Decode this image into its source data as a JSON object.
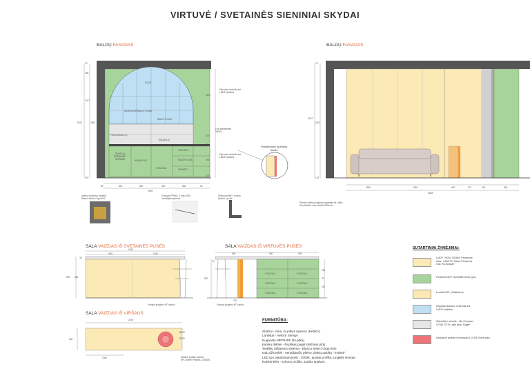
{
  "title": "VIRTUVĖ / SVETAINĖS SIENINIAI SKYDAI",
  "sections": {
    "facade_left": {
      "prefix": "BALDŲ ",
      "highlight": "FASADAS"
    },
    "facade_right": {
      "prefix": "BALDŲ ",
      "highlight": "FASADAS"
    },
    "island_living": {
      "prefix": "SALA ",
      "highlight": "VAIZDAS IŠ SVETAINĖS PUSĖS"
    },
    "island_kitchen": {
      "prefix": "SALA ",
      "highlight": "VAIZDAS IŠ VIRTUVĖS PUSĖS"
    },
    "island_top": {
      "prefix": "SALA ",
      "highlight": "VAIZDAS IŠ VIRŠAUS"
    }
  },
  "left_drawing": {
    "dims_left": [
      "70",
      "285",
      "1247",
      "5012",
      "3042",
      "197"
    ],
    "dims_bottom": [
      "80",
      "800",
      "800",
      "600",
      "582",
      "18"
    ],
    "total_bottom": "2496",
    "dims_right": [
      "1612",
      "800",
      "72",
      "766",
      "100"
    ],
    "labels": {
      "r_label": "R1150",
      "mirror": "Klijuotas veidrodis ant\nLMDP plokštės",
      "led": "Led apšvietimas\n3000K",
      "mirror2": "Klijuotas veidrodis ant\nLMDP plokštės",
      "shelf1": "INDAPLOVĖ/ŠALDYTUVAS",
      "shelf2": "ŠALDYTUVAS",
      "shelf3": "ŠALDIKLIS",
      "shelf4": "ŠALDYTUVAS",
      "shelf5": "PRIEDŲ/DAIKTŲ",
      "shelf6": "IŠSIMTIS",
      "shelf7": "STALČIUS",
      "shelf8": "STALČIUS",
      "cab1": "ŠIUKŠLIŲ RŪŠIAVIMO SISTEMA",
      "cab2": "INDAPLOVĖ",
      "detail": "Pakabinamo spintelių\ndetalė",
      "note1": "Atliekų rūšiavimo sistema\nBlanco Select Orga 60/2",
      "note2": "Dzinvylis PRIMA, 2 daliu, 800,\nnerūdijantis plienas",
      "note3": "Šviesų profilis L formos\nSpalva - juoda"
    }
  },
  "right_drawing": {
    "dims_left": [
      "70",
      "3042",
      "5012",
      "197"
    ],
    "dims_bottom": [
      "1500",
      "1500",
      "600",
      "327",
      "402",
      "800"
    ],
    "total_bottom": "4648",
    "note": "Šienelių stiebų jungimas apatinėje vid. atliko\nDėl plokštės max aukštis 2900mm"
  },
  "island_living": {
    "total": "2400",
    "dims": [
      "1350",
      "1150"
    ],
    "left_dims": [
      "30",
      "900",
      "860"
    ],
    "note": "Kampai jungiami 45° kampu"
  },
  "island_kitchen": {
    "dims": [
      "600",
      "600",
      "600"
    ],
    "left_dims": [
      "70",
      "800"
    ],
    "right_dims": [
      "412",
      "30",
      "412"
    ],
    "drawers": [
      "STALČIUS",
      "STALČIUS",
      "STALČIUS",
      "STALČIUS",
      "STALČIUS",
      "STALČIUS"
    ],
    "bottom": "220",
    "note": "Kampai jungiami 45° kampu"
  },
  "island_top": {
    "total": "2400",
    "left": "600",
    "right_dims": [
      "Ø400",
      "Ø320"
    ],
    "bottom": "1060",
    "note": "Įleistinė plokštė statoms\nHPL Bitvere Putėnis, 400x600"
  },
  "legend": {
    "title": "SUTARTINIAI ŽYMĖJIMAI:",
    "items": [
      {
        "color": "#fbe9b6",
        "text": "LMDP \"SKIN\" 25260V Partenone\narba : K695 PV Sitrax Primavera\nOak \"Kronospan\""
      },
      {
        "color": "#a7d49a",
        "text": "Fesfilesa MDF 112UM85 Stone grey"
      },
      {
        "color": "#fbe8b2",
        "text": "Lentelis HPL (Stalinama)"
      },
      {
        "color": "#bfe0f4",
        "text": "Klijuotas skaidrus veidrodis ant\nLMDP plokštės"
      },
      {
        "color": "#e6e6e6",
        "text": "Stalviršis ir sienelė - Hpl Compact\nU7681 ST76 Light grey \"Egger\""
      },
      {
        "color": "#ef7477",
        "text": "Karkasinė plokštė Kronospan 112 BS Stone grey"
      }
    ]
  },
  "furniture": {
    "title": "FURNITŪRA:",
    "items": [
      "Stalčiai - Atira, šv.pilkos spalvos (Hettich).",
      "Lankstai - Hettich Sensys",
      "Nuganėlė MPP/HDF  (šv.pilka)",
      "Įrankių dėklas - šv.pilkas pagal stalčiaus plotį",
      "Šiukšlių rūšiavimo sistema - Blanco Select Orga 60/2",
      "Indų džiovyklė - nerūdijančio plieno, dviejų aukštų \"Trukmė\"",
      "LED (po pakabinamomis) - 3000K, juodas profilis, jungiklis sienoje.",
      "Rankenėlės - schuco profilis, juodos spalvos."
    ]
  }
}
